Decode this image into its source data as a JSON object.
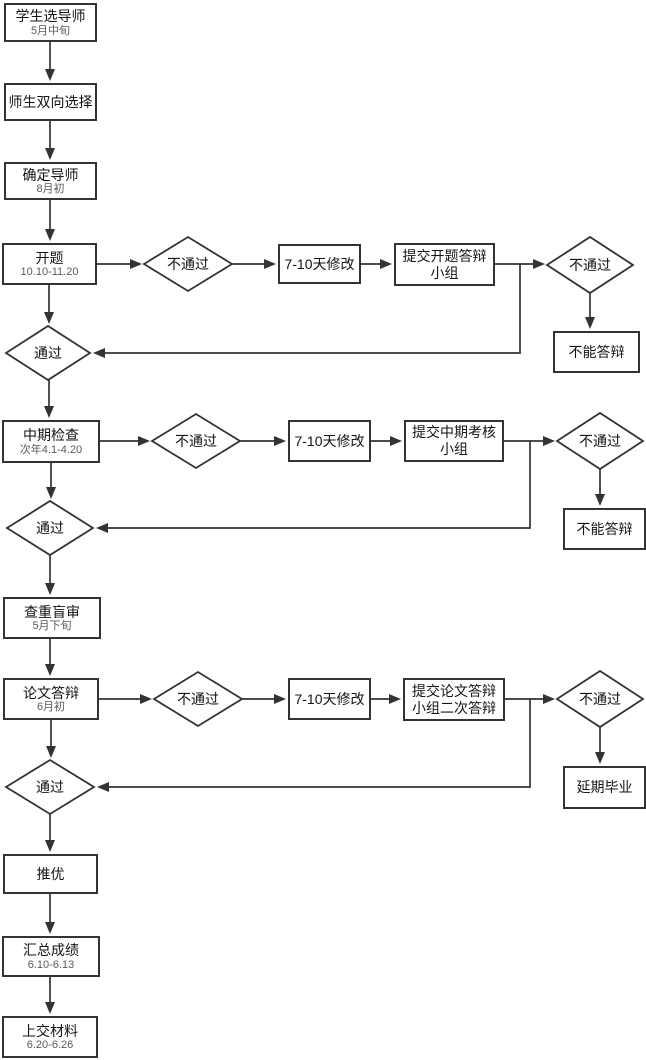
{
  "colors": {
    "background": "#ffffff",
    "shape_fill": "#ffffff",
    "shape_border": "#333333",
    "connector": "#333333",
    "text": "#141414",
    "subtext": "#595959"
  },
  "nodes": {
    "select_advisor": {
      "label": "学生选导师",
      "sub": "5月中旬"
    },
    "mutual_selection": {
      "label": "师生双向选择"
    },
    "confirm_advisor": {
      "label": "确定导师",
      "sub": "8月初"
    },
    "proposal": {
      "label": "开题",
      "sub": "10.10-11.20"
    },
    "fail_proposal": {
      "label": "不通过"
    },
    "revise_proposal": {
      "label": "7-10天修改"
    },
    "submit_proposal": {
      "label": "提交开题答辩\n小组"
    },
    "fail_proposal_2": {
      "label": "不通过"
    },
    "no_defense_proposal": {
      "label": "不能答辩"
    },
    "pass_proposal": {
      "label": "通过"
    },
    "midterm": {
      "label": "中期检查",
      "sub": "次年4.1-4.20"
    },
    "fail_midterm": {
      "label": "不通过"
    },
    "revise_midterm": {
      "label": "7-10天修改"
    },
    "submit_midterm": {
      "label": "提交中期考核\n小组"
    },
    "fail_midterm_2": {
      "label": "不通过"
    },
    "no_defense_midterm": {
      "label": "不能答辩"
    },
    "pass_midterm": {
      "label": "通过"
    },
    "blind_review": {
      "label": "查重盲审",
      "sub": "5月下旬"
    },
    "thesis_defense": {
      "label": "论文答辩",
      "sub": "6月初"
    },
    "fail_defense": {
      "label": "不通过"
    },
    "revise_defense": {
      "label": "7-10天修改"
    },
    "submit_defense": {
      "label": "提交论文答辩\n小组二次答辩"
    },
    "fail_defense_2": {
      "label": "不通过"
    },
    "delayed_graduation": {
      "label": "延期毕业"
    },
    "pass_defense": {
      "label": "通过"
    },
    "excellence": {
      "label": "推优"
    },
    "summary_scores": {
      "label": "汇总成绩",
      "sub": "6.10-6.13"
    },
    "submit_materials": {
      "label": "上交材料",
      "sub": "6.20-6.26"
    }
  }
}
